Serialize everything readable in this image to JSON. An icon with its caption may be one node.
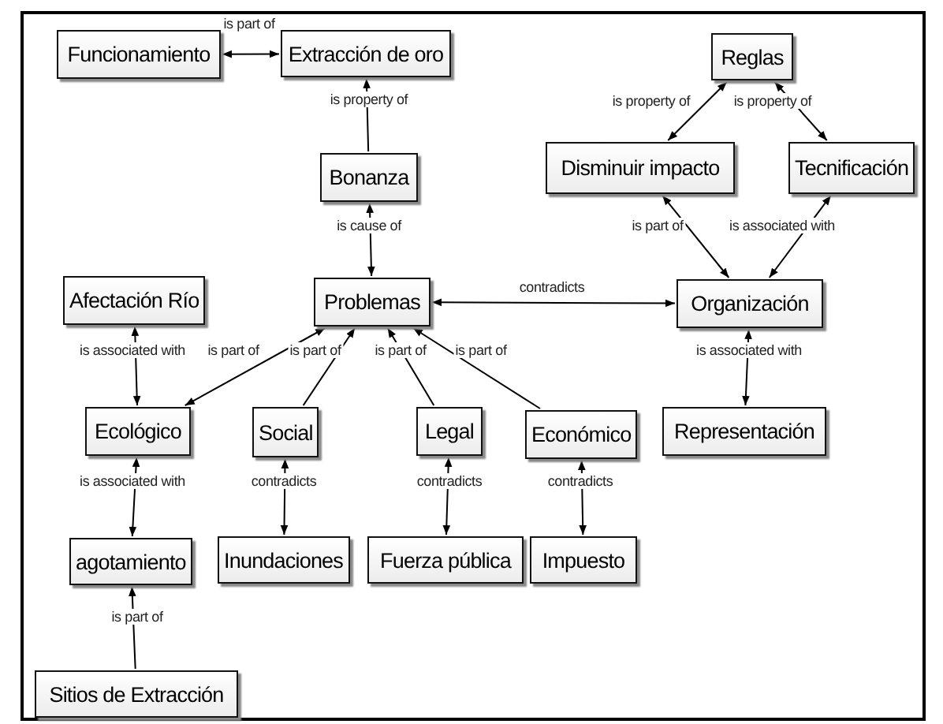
{
  "diagram": {
    "nodes": [
      {
        "text": [
          "Funcionamiento"
        ]
      },
      {
        "text": [
          "Extracción de oro"
        ]
      },
      {
        "text": [
          "Bonanza"
        ]
      },
      {
        "text": [
          "Reglas"
        ]
      },
      {
        "text": [
          "Disminuir impacto"
        ]
      },
      {
        "text": [
          "Tecnificación"
        ]
      },
      {
        "text": [
          "Afectación Río"
        ]
      },
      {
        "text": [
          "Problemas"
        ]
      },
      {
        "text": [
          "Organización"
        ]
      },
      {
        "text": [
          "Ecológico"
        ]
      },
      {
        "text": [
          "Social"
        ]
      },
      {
        "text": [
          "Legal"
        ]
      },
      {
        "text": [
          "Económico"
        ]
      },
      {
        "text": [
          "Representación"
        ]
      },
      {
        "text": [
          "agotamiento"
        ]
      },
      {
        "text": [
          "Inundaciones"
        ]
      },
      {
        "text": [
          "Fuerza pública"
        ]
      },
      {
        "text": [
          "Impuesto"
        ]
      },
      {
        "text": [
          "Sitios de Extracción"
        ]
      }
    ],
    "edges": [
      {
        "from": 0,
        "to": 1,
        "arrow": "both",
        "label": "is part of"
      },
      {
        "from": 2,
        "to": 1,
        "arrow": "to",
        "label": "is property of"
      },
      {
        "from": 2,
        "to": 7,
        "arrow": "both",
        "label": "is cause of"
      },
      {
        "from": 4,
        "to": 3,
        "arrow": "both",
        "label": "is property of"
      },
      {
        "from": 5,
        "to": 3,
        "arrow": "both",
        "label": "is property of"
      },
      {
        "from": 4,
        "to": 8,
        "arrow": "both",
        "label": "is part of"
      },
      {
        "from": 5,
        "to": 8,
        "arrow": "both",
        "label": "is associated with"
      },
      {
        "from": 7,
        "to": 8,
        "arrow": "both",
        "label": "contradicts"
      },
      {
        "from": 6,
        "to": 9,
        "arrow": "both",
        "label": "is associated with"
      },
      {
        "from": 9,
        "to": 7,
        "arrow": "both",
        "label": "is part of"
      },
      {
        "from": 10,
        "to": 7,
        "arrow": "to",
        "label": "is part of"
      },
      {
        "from": 11,
        "to": 7,
        "arrow": "to",
        "label": "is part of"
      },
      {
        "from": 12,
        "to": 7,
        "arrow": "to",
        "label": "is part of"
      },
      {
        "from": 8,
        "to": 13,
        "arrow": "both",
        "label": "is associated with"
      },
      {
        "from": 9,
        "to": 14,
        "arrow": "both",
        "label": "is associated with"
      },
      {
        "from": 10,
        "to": 15,
        "arrow": "both",
        "label": "contradicts"
      },
      {
        "from": 11,
        "to": 16,
        "arrow": "both",
        "label": "contradicts"
      },
      {
        "from": 12,
        "to": 17,
        "arrow": "both",
        "label": "contradicts"
      },
      {
        "from": 18,
        "to": 14,
        "arrow": "to",
        "label": "is part of"
      }
    ]
  }
}
